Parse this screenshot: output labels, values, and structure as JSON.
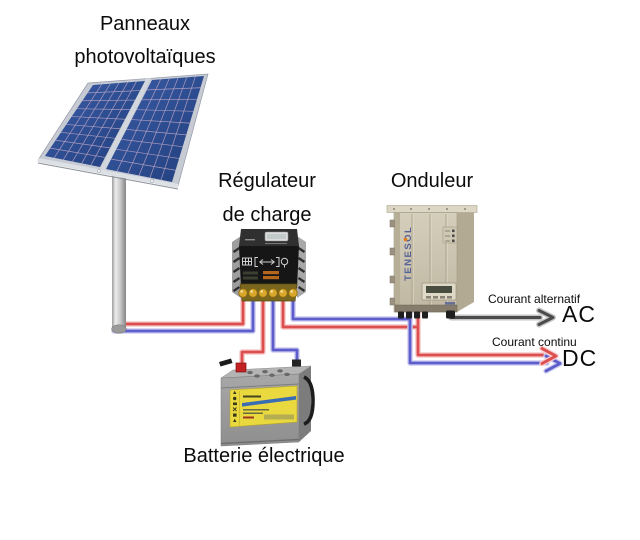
{
  "labels": {
    "panels_line1": "Panneaux",
    "panels_line2": "photovoltaïques",
    "regulator_line1": "Régulateur",
    "regulator_line2": "de charge",
    "inverter": "Onduleur",
    "battery": "Batterie électrique",
    "ac_caption": "Courant alternatif",
    "ac_abbr": "AC",
    "dc_caption": "Courant continu",
    "dc_abbr": "DC"
  },
  "inverter_brand": "TENESOL",
  "colors": {
    "background": "#ffffff",
    "wire_red": "#dd4f4f",
    "wire_red_glow": "#f6c9c9",
    "wire_blue": "#5d5dcb",
    "wire_blue_glow": "#cdcdf1",
    "ac_arrow": "#4b4b4b",
    "ac_arrow_glow": "#c6c6c6",
    "panel_cell_blue": "#2c4e95",
    "battery_label_yellow": "#e9d83e",
    "inverter_body": "#cbc3ae",
    "brand_blue": "#566296"
  }
}
